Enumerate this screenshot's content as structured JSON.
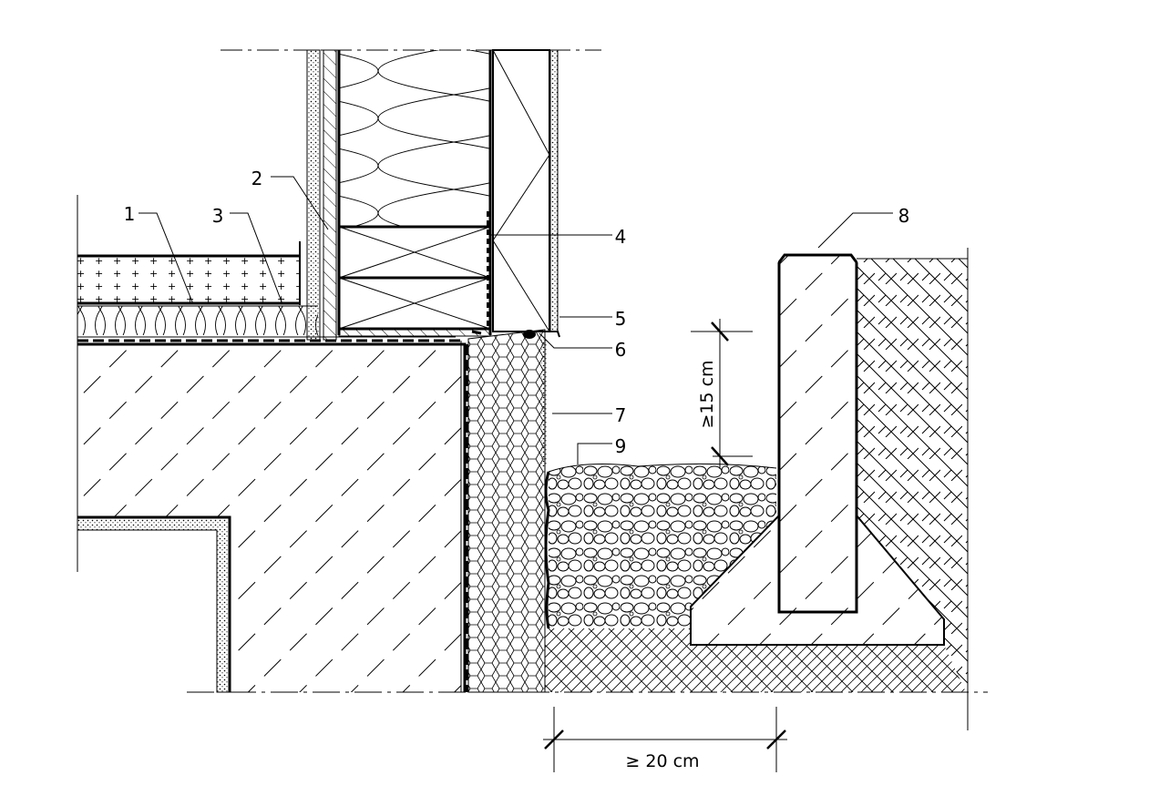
{
  "labels": {
    "l1": "1",
    "l2": "2",
    "l3": "3",
    "l4": "4",
    "l5": "5",
    "l6": "6",
    "l7": "7",
    "l8": "8",
    "l9": "9"
  },
  "dimensions": {
    "vertical": "≥15 cm",
    "horizontal": "≥ 20 cm"
  }
}
